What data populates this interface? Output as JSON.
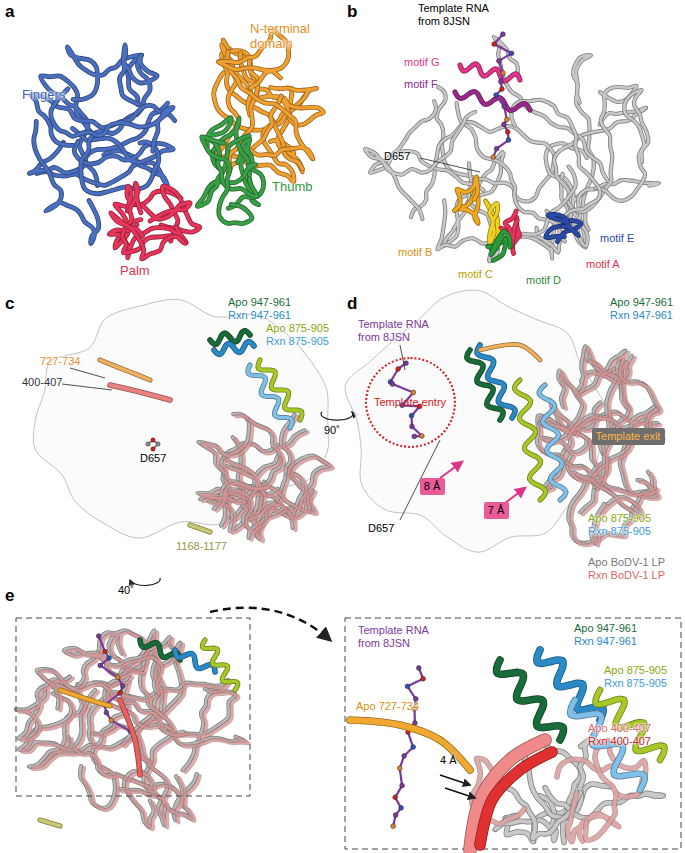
{
  "diagram": {
    "nodes": [
      {
        "text": [
          "Template entry"
        ]
      },
      {
        "text": [
          "Template exit"
        ]
      },
      {
        "text": [
          "8 Å"
        ]
      },
      {
        "text": [
          "7 Å"
        ]
      }
    ],
    "labels": [
      "a",
      "Fingers",
      "N-terminal domain",
      "Thumb",
      "Palm",
      "b",
      "Template RNA from 8JSN",
      "motif G",
      "motif F",
      "D657",
      "motif E",
      "motif B",
      "motif A",
      "motif C",
      "motif D",
      "c",
      "Apo 947-961",
      "Rxn 947-961",
      "727-734",
      "Apo 875-905",
      "Rxn 875-905",
      "400-407",
      "D657",
      "1168-1177",
      "90˚",
      "d",
      "Apo 947-961",
      "Rxn 947-961",
      "Template RNA from 8JSN",
      "D657",
      "Apo 875-905",
      "Rxn 875-905",
      "Apo BoDV-1 LP",
      "Rxn BoDV-1 LP",
      "40˚",
      "e",
      "Template RNA from 8JSN",
      "Apo 947-961",
      "Rxn 947-961",
      "Apo 875-905",
      "Rxn 875-905",
      "Apo 727-734",
      "4 Å",
      "Apo 400-407",
      "Rxn 400-407"
    ]
  }
}
